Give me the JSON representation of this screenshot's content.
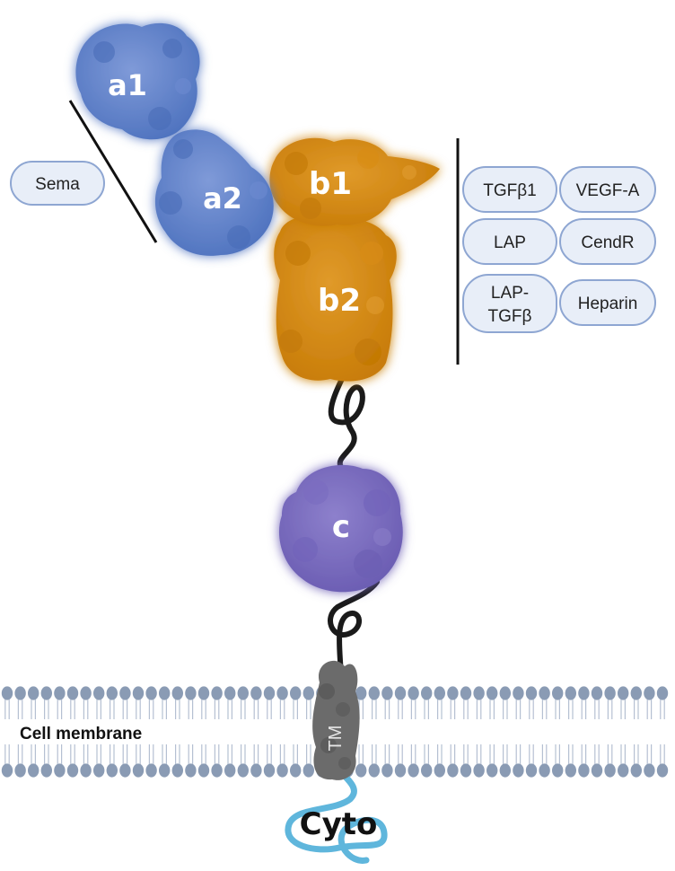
{
  "domains": {
    "a1": "a1",
    "a2": "a2",
    "b1": "b1",
    "b2": "b2",
    "c": "c",
    "tm": "TM",
    "cyto": "Cyto"
  },
  "membrane_label": "Cell membrane",
  "sema_label": "Sema",
  "ligands": {
    "tgfb1": "TGFβ1",
    "vegfa": "VEGF-A",
    "lap": "LAP",
    "cendr": "CendR",
    "lap_tgfb_line1": "LAP-",
    "lap_tgfb_line2": "TGFβ",
    "heparin": "Heparin"
  },
  "colors": {
    "a_domain": "#5b7fc6",
    "b_domain": "#d4860f",
    "c_domain": "#7b6cc0",
    "tm_domain": "#6b6b6b",
    "cyto_tail": "#5fb6dc",
    "membrane_head": "#8a9bb4",
    "pill_fill": "#e8eef8",
    "pill_stroke": "#8ea6d2"
  }
}
